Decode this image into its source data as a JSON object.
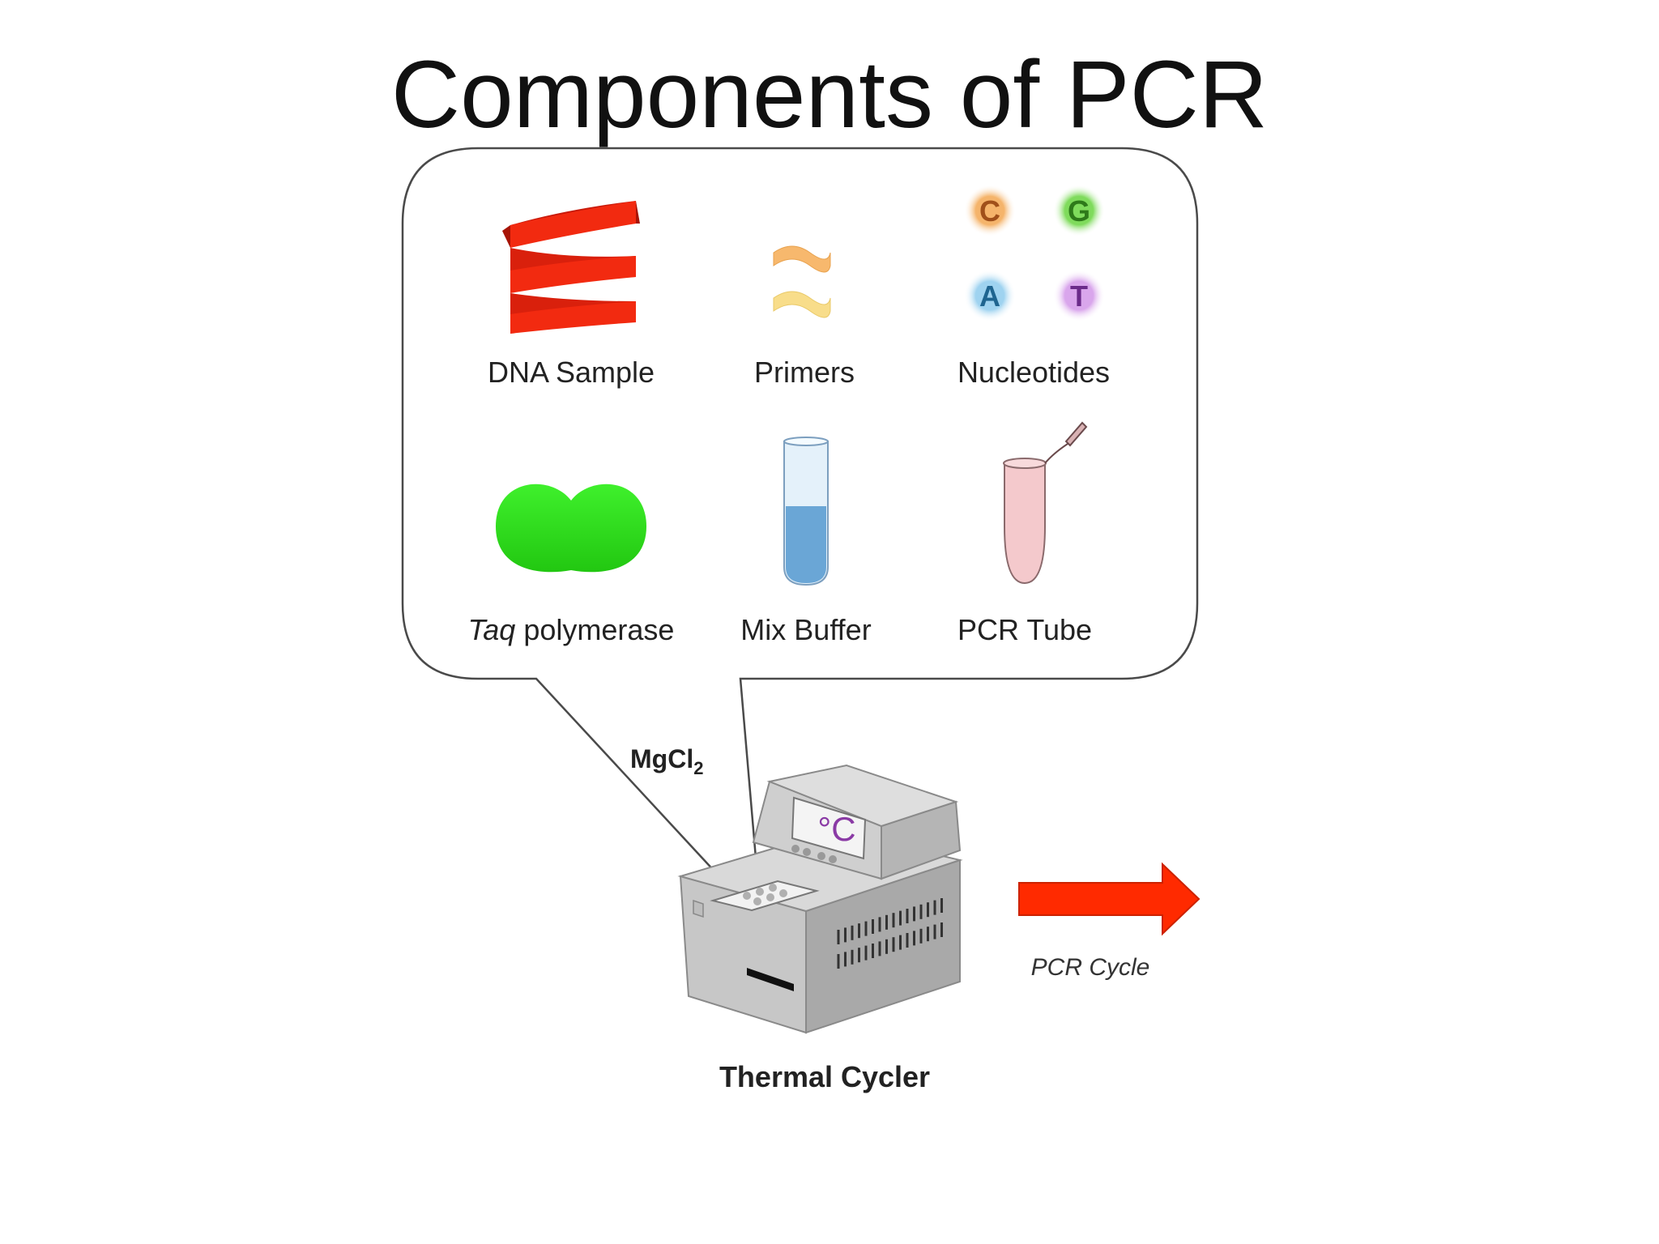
{
  "title": "Components of PCR",
  "components": {
    "dna_sample": "DNA Sample",
    "primers": "Primers",
    "nucleotides": "Nucleotides",
    "taq_italic": "Taq",
    "taq_rest": " polymerase",
    "mix_buffer": "Mix Buffer",
    "pcr_tube": "PCR Tube"
  },
  "nucleotide_letters": [
    "C",
    "G",
    "A",
    "T"
  ],
  "mgcl2_main": "MgCl",
  "mgcl2_sub": "2",
  "display_readout": "°C",
  "machine_label": "Thermal Cycler",
  "arrow_label": "PCR Cycle",
  "colors": {
    "dna_red": "#f22a10",
    "primer_orange": "#f7b86d",
    "primer_yellow": "#f8dd8a",
    "taq_green": "#2ee31b",
    "buffer_blue": "#6aa6d6",
    "tube_pink": "#f4c9cc",
    "arrow_red": "#ff2a00",
    "nuc_c": "#f5b46b",
    "nuc_g": "#7fdb5c",
    "nuc_a": "#9fd3f0",
    "nuc_t": "#d9a6ec"
  }
}
